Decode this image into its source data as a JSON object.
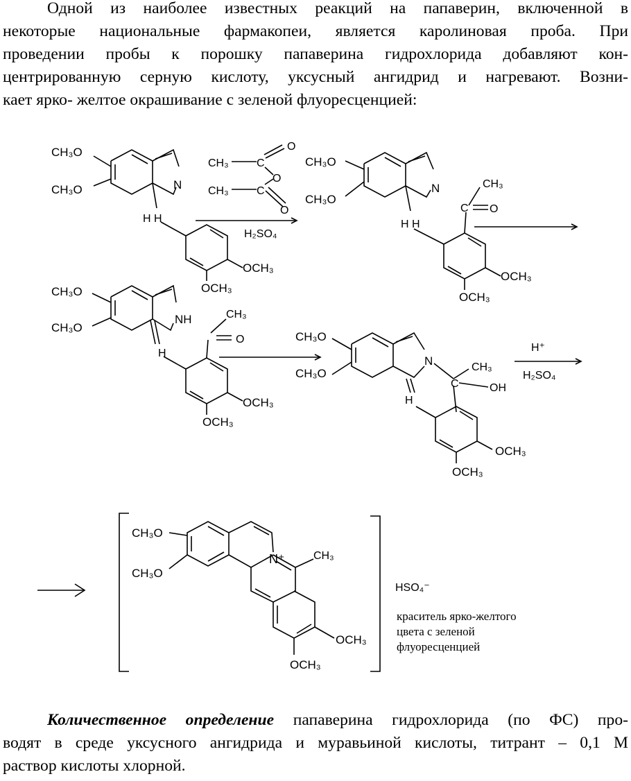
{
  "intro": {
    "line1": "Одной из наиболее известных реакций на папаверин, включенной в",
    "line2": "некоторые национальные фармакопеи, является каролиновая проба. При",
    "line3": "проведении пробы к порошку папаверина гидрохлорида добавляют кон-",
    "line4": "центрированную серную кислоту, уксусный ангидрид и нагревают. Возни-",
    "line5": "кает ярко- желтое окрашивание с зеленой флуоресценцией:"
  },
  "scheme": {
    "och3": "CH₃O",
    "n": "N",
    "nh": "NH",
    "hh": "H  H",
    "h": "H",
    "och3_r": "OCH₃",
    "ch3_r": "CH₃",
    "c": "C",
    "o": "O",
    "oh": "OH",
    "h2so4": "H₂SO₄",
    "h_plus": "H⁺",
    "n_plus": "N⁺",
    "hso4": "HSO₄⁻",
    "product_note_1": "краситель ярко-желтого",
    "product_note_2": "цвета с зеленой",
    "product_note_3": "флуоресценцией"
  },
  "quant": {
    "bold_lead": "Количественное определение",
    "line1_rest": " папаверина гидрохлорида (по ФС) про-",
    "line2": "водят в среде уксусного ангидрида и муравьиной кислоты, титрант – 0,1 М",
    "line3": "раствор кислоты хлорной."
  }
}
